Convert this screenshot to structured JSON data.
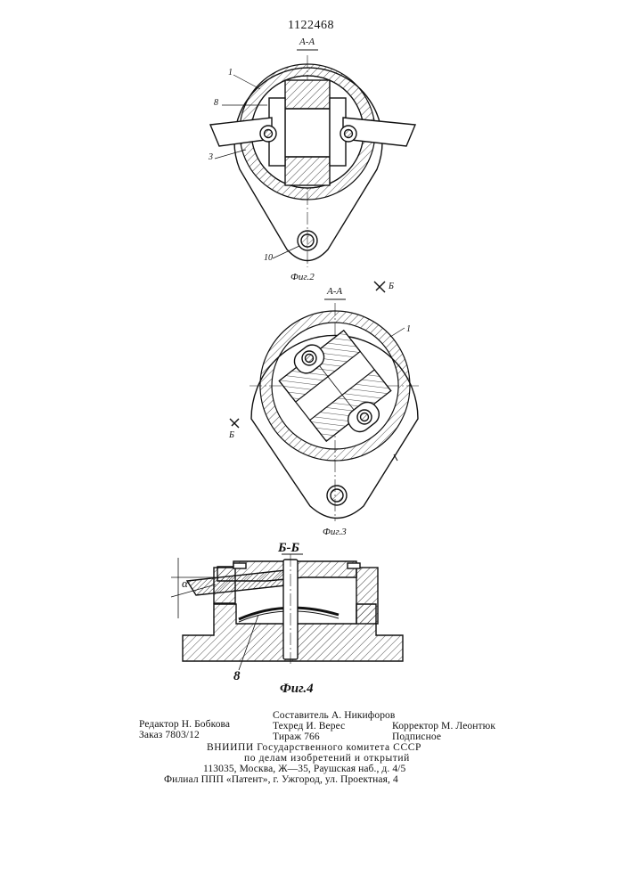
{
  "header": {
    "patent_number": "1122468"
  },
  "fig2": {
    "section": "А-А",
    "caption": "Фиг.2",
    "labels": {
      "l1": "1",
      "l8": "8",
      "l3": "3",
      "l10": "10"
    }
  },
  "fig3": {
    "section": "А-А",
    "cut_mark": "Б",
    "caption": "Фиг.3",
    "label_1": "1"
  },
  "fig4": {
    "section": "Б-Б",
    "angle": "α",
    "label_8": "8",
    "caption": "Фиг.4"
  },
  "imprint": {
    "editor": "Редактор Н. Бобкова",
    "order": "Заказ 7803/12",
    "compiler": "Составитель А. Никифоров",
    "techred": "Техред И. Верес",
    "corrector": "Корректор М. Леонтюк",
    "circulation": "Тираж 766",
    "subscription": "Подписное",
    "org1": "ВНИИПИ Государственного комитета СССР",
    "org2": "по делам изобретений и открытий",
    "address": "113035, Москва, Ж—35, Раушская наб., д. 4/5",
    "branch": "Филиал ППП «Патент», г. Ужгород, ул. Проектная, 4"
  }
}
